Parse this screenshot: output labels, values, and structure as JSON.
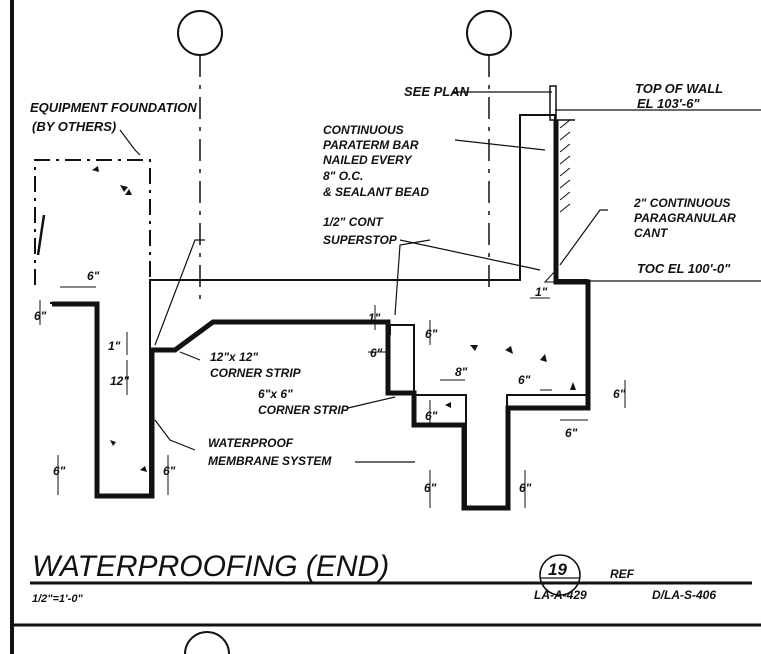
{
  "labels": {
    "equipment_foundation_line1": "EQUIPMENT FOUNDATION",
    "equipment_foundation_line2": "(BY OTHERS)",
    "see_plan": "SEE PLAN",
    "top_of_wall_line1": "TOP OF WALL",
    "top_of_wall_line2": "EL 103'-6\"",
    "paraterm_line1": "CONTINUOUS",
    "paraterm_line2": "PARATERM BAR",
    "paraterm_line3": "NAILED EVERY",
    "paraterm_line4": "8\" O.C.",
    "paraterm_line5": "& SEALANT BEAD",
    "superstop_line1": "1/2\" CONT",
    "superstop_line2": "SUPERSTOP",
    "cant_line1": "2\" CONTINUOUS",
    "cant_line2": "PARAGRANULAR",
    "cant_line3": "CANT",
    "toc": "TOC EL 100'-0\"",
    "corner12_line1": "12\"x 12\"",
    "corner12_line2": "CORNER STRIP",
    "corner6_line1": "6\"x 6\"",
    "corner6_line2": "CORNER STRIP",
    "membrane_line1": "WATERPROOF",
    "membrane_line2": "MEMBRANE SYSTEM"
  },
  "dimensions": {
    "d6_top_left": "6\"",
    "d6_left_vert": "6\"",
    "d1_left": "1\"",
    "d12_left": "12\"",
    "d6_bot_left1": "6\"",
    "d6_bot_left2": "6\"",
    "d1_mid": "1\"",
    "d6_mid_vert": "6\"",
    "d6_mid_horiz": "6\"",
    "d6_mid_lower": "6\"",
    "d8": "8\"",
    "d6_center": "6\"",
    "d6_bot_mid1": "6\"",
    "d6_bot_mid2": "6\"",
    "d6_right_vert": "6\"",
    "d6_right_horiz": "6\"",
    "d1_top": "1\""
  },
  "title_block": {
    "title": "WATERPROOFING (END)",
    "scale": "1/2\"=1'-0\"",
    "detail_number": "19",
    "sheet_ref": "LA-A-429",
    "ref_label": "REF",
    "ref_sheet": "D/LA-S-406"
  }
}
